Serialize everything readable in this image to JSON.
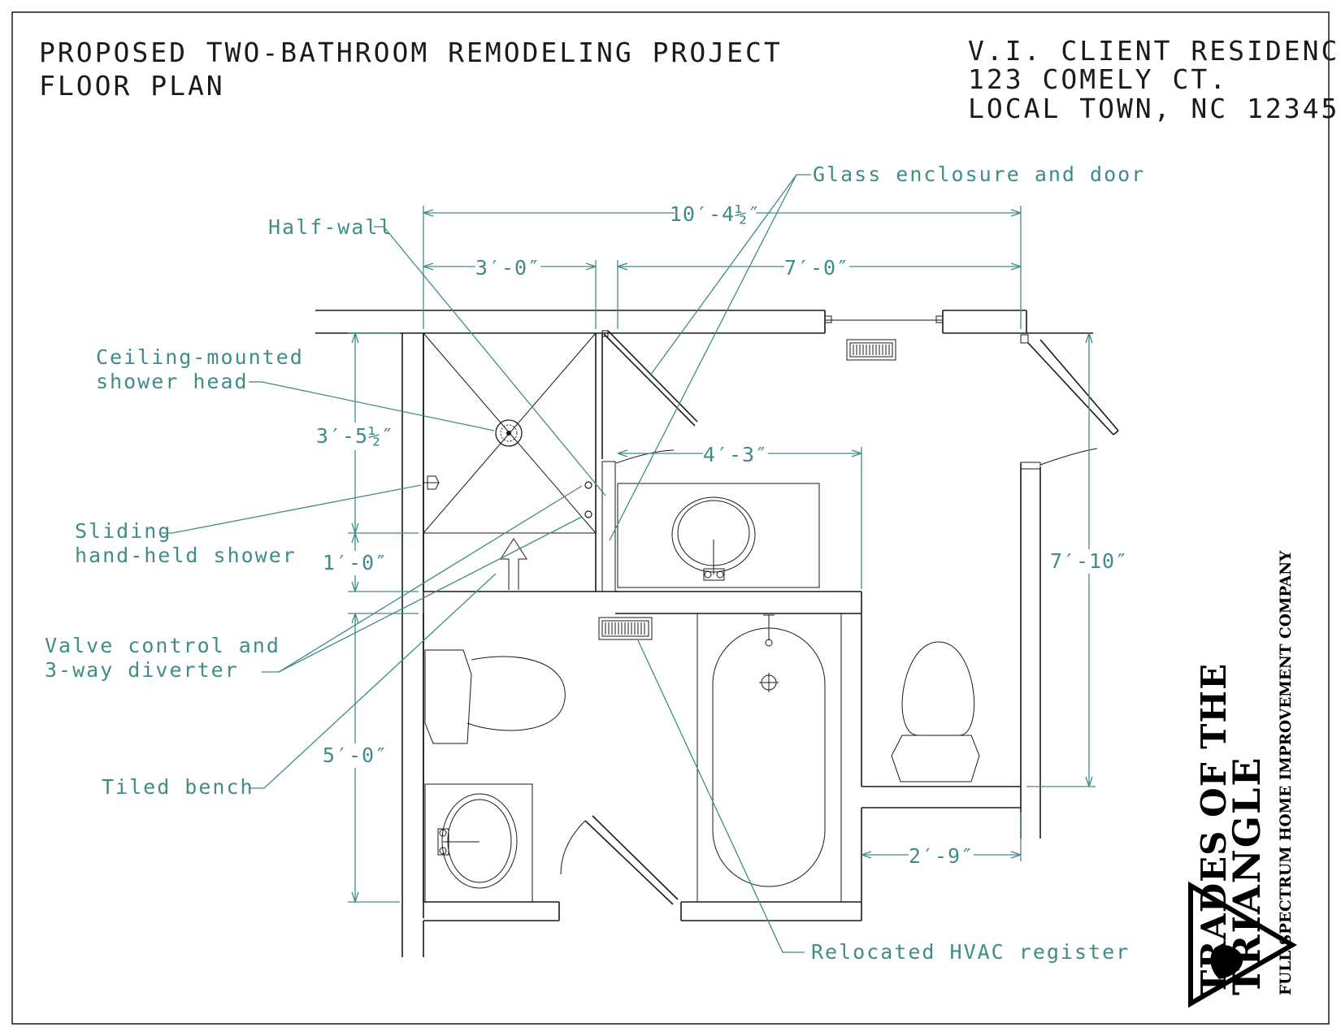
{
  "title": {
    "line1": "PROPOSED TWO-BATHROOM REMODELING PROJECT",
    "line2": "FLOOR PLAN"
  },
  "client": {
    "name": "V.I. CLIENT RESIDENCE",
    "street": "123 COMELY CT.",
    "city": "LOCAL TOWN, NC 12345"
  },
  "callouts": {
    "glass_enclosure": "Glass enclosure and door",
    "half_wall": "Half-wall",
    "shower_head_1": "Ceiling-mounted",
    "shower_head_2": "shower head",
    "hand_shower_1": "Sliding",
    "hand_shower_2": "hand-held shower",
    "valve_1": "Valve control and",
    "valve_2": "3-way diverter",
    "bench": "Tiled bench",
    "hvac": "Relocated HVAC register"
  },
  "dimensions": {
    "overall_width": "10′-4½″",
    "shower_width": "3′-0″",
    "bath_width": "7′-0″",
    "shower_depth": "3′-5½″",
    "bench_depth": "1′-0″",
    "vanity_width": "4′-3″",
    "bath_depth": "7′-10″",
    "lower_bath_depth": "5′-0″",
    "passage_width": "2′-9″"
  },
  "logo": {
    "line1": "TRADES OF THE",
    "line2": "TRIANGLE",
    "tagline": "FULL SPECTRUM HOME IMPROVEMENT COMPANY"
  },
  "colors": {
    "linework": "#1a1a1a",
    "annotation": "#3f8c88"
  }
}
